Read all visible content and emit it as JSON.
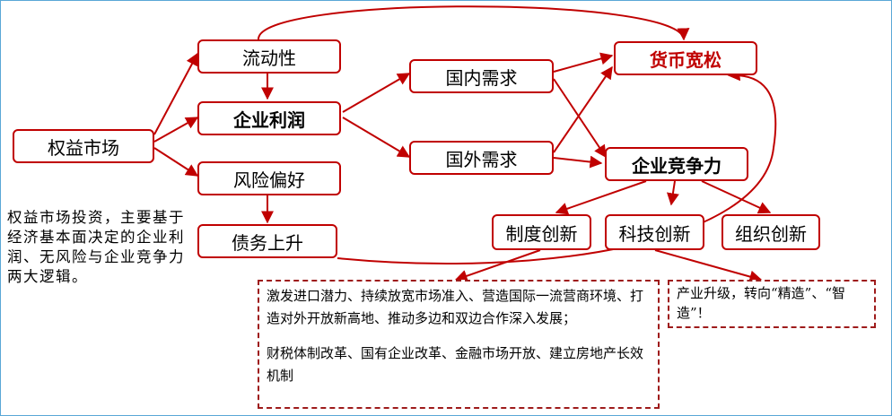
{
  "nodes": {
    "equity_market": "权益市场",
    "liquidity": "流动性",
    "corporate_profit": "企业利润",
    "risk_appetite": "风险偏好",
    "debt_rise": "债务上升",
    "domestic_demand": "国内需求",
    "foreign_demand": "国外需求",
    "monetary_easing": "货币宽松",
    "competitiveness": "企业竞争力",
    "institutional_innovation": "制度创新",
    "tech_innovation": "科技创新",
    "organizational_innovation": "组织创新"
  },
  "description": "权益市场投资，主要基于经济基本面决定的企业利润、无风险与企业竞争力两大逻辑。",
  "box_reform": {
    "para1": "激发进口潜力、持续放宽市场准入、营造国际一流营商环境、打造对外开放新高地、推动多边和双边合作深入发展；",
    "para2": "财税体制改革、国有企业改革、金融市场开放、建立房地产长效机制"
  },
  "box_industry": "产业升级，转向“精造”、“智造”！",
  "colors": {
    "accent": "#c00000",
    "frame": "#5aa7d6"
  }
}
